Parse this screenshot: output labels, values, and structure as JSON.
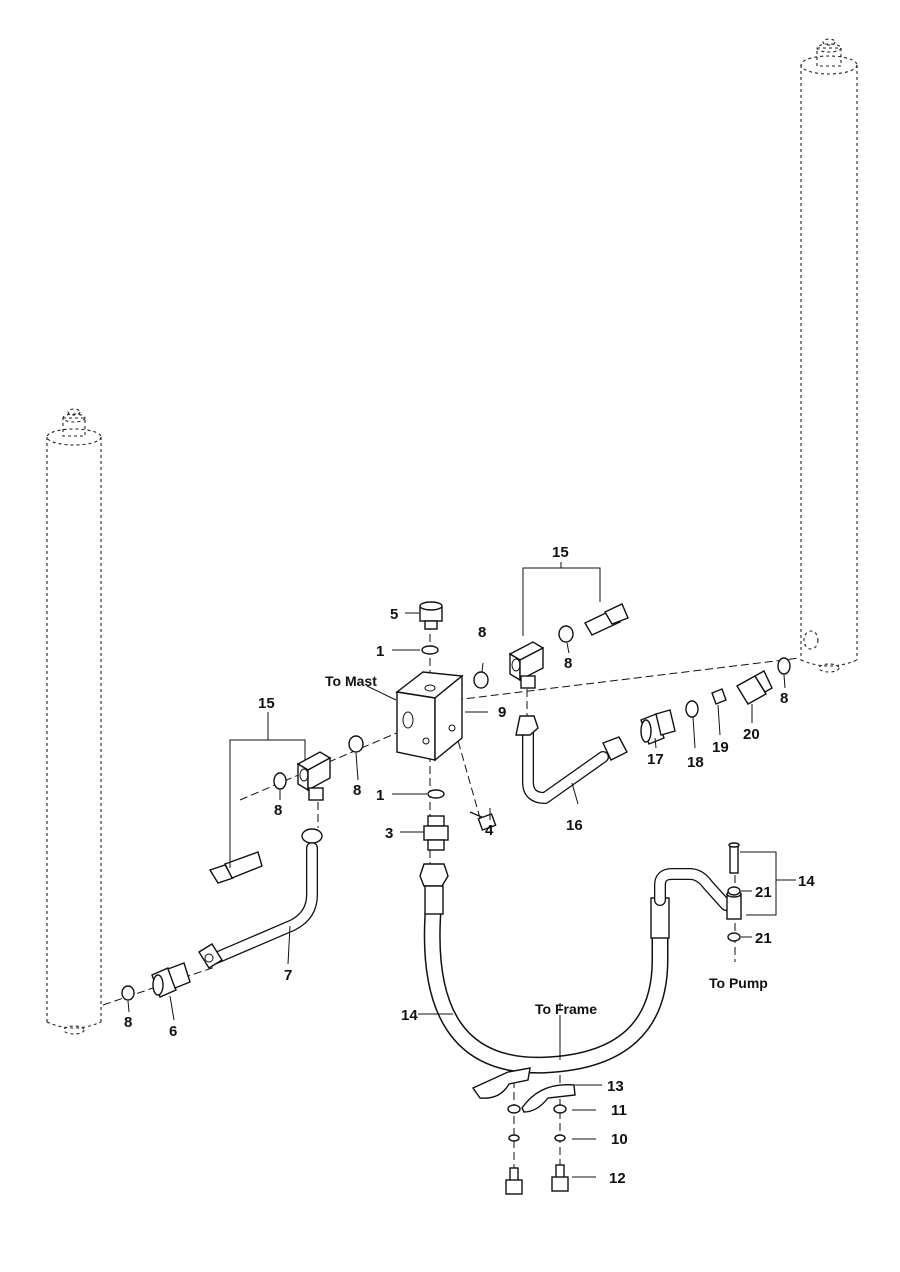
{
  "callouts": {
    "c1a": "1",
    "c1b": "1",
    "c3": "3",
    "c4": "4",
    "c5": "5",
    "c6": "6",
    "c7": "7",
    "c8a": "8",
    "c8b": "8",
    "c8c": "8",
    "c8d": "8",
    "c8e": "8",
    "c8f": "8",
    "c9": "9",
    "c10": "10",
    "c11": "11",
    "c12": "12",
    "c13": "13",
    "c14a": "14",
    "c14b": "14",
    "c15a": "15",
    "c15b": "15",
    "c16": "16",
    "c17": "17",
    "c18": "18",
    "c19": "19",
    "c20": "20",
    "c21a": "21",
    "c21b": "21"
  },
  "notes": {
    "to_mast": "To Mast",
    "to_frame": "To Frame",
    "to_pump": "To Pump"
  }
}
